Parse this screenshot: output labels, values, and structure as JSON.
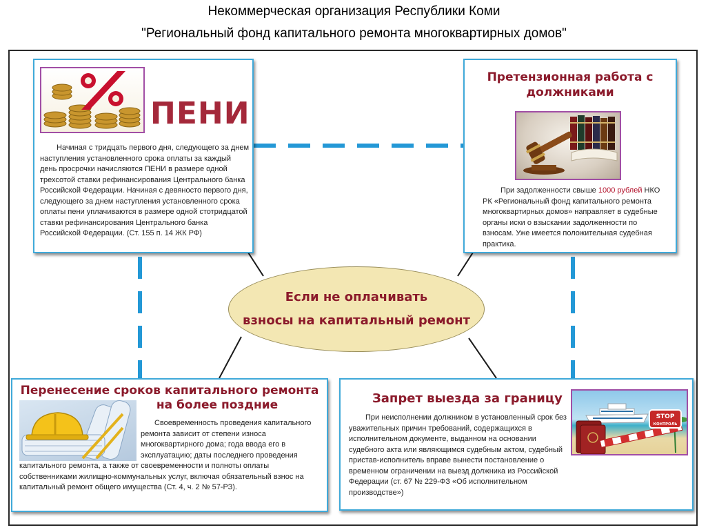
{
  "header": {
    "line1": "Некоммерческая организация Республики Коми",
    "line2": "\"Региональный фонд капитального ремонта многоквартирных домов\""
  },
  "center": {
    "line1": "Если не оплачивать",
    "line2": "взносы на капитальный ремонт"
  },
  "peni": {
    "title": "ПЕНИ",
    "text": "Начиная с тридцать первого дня, следующего за днем наступления установленного срока оплаты за каждый день просрочки начисляются ПЕНИ в размере одной трехсотой ставки рефинансирования Центрального банка Российской Федерации. Начиная с девяносто первого дня, следующего за днем наступления установленного срока оплаты пени уплачиваются в размере одной стотридцатой ставки рефинансирования Центрального банка Российской Федерации. (Ст. 155 п. 14 ЖК РФ)",
    "image_icon": "percent-coins-icon"
  },
  "claims": {
    "title_line1": "Претензионная работа с",
    "title_line2": "должниками",
    "text_before": "При задолженности свыше ",
    "amount": "1000 рублей",
    "text_after": " НКО РК «Региональный фонд капитального ремонта многоквартирных домов» направляет в судебные органы иски о взыскании задолженности по взносам. Уже имеется положительная судебная практика.",
    "image_icon": "gavel-books-icon"
  },
  "postpone": {
    "title_line1": "Перенесение сроков капитального ремонта",
    "title_line2": "на более поздние",
    "text": "Своевременность проведения капитального ремонта зависит от степени износа многоквартирного дома; года ввода его в эксплуатацию; даты последнего проведения капитального ремонта, а также от своевременности и полноты оплаты собственниками жилищно-коммунальных услуг, включая обязательный взнос на капитальный ремонт общего имущества (Ст. 4, ч. 2 № 57-РЗ).",
    "image_icon": "hardhat-blueprints-icon"
  },
  "travel": {
    "title": "Запрет выезда за границу",
    "text": "При неисполнении должником в установленный срок без уважительных причин требований, содержащихся в исполнительном документе, выданном на основании судебного акта или являющимся судебным актом, судебный пристав-исполнитель вправе вынести постановление о временном ограничении на выезд должника из Российской Федерации (ст. 67 № 229-ФЗ «Об исполнительном производстве»)",
    "stop_line1": "STOP",
    "stop_line2": "КОНТРОЛЬ",
    "image_icon": "stop-barrier-cruise-icon"
  },
  "colors": {
    "accent_blue": "#3fa9d9",
    "title_red": "#8b1a2b",
    "oval_fill": "#f3e7b3",
    "frame_purple": "#a14ea5"
  }
}
